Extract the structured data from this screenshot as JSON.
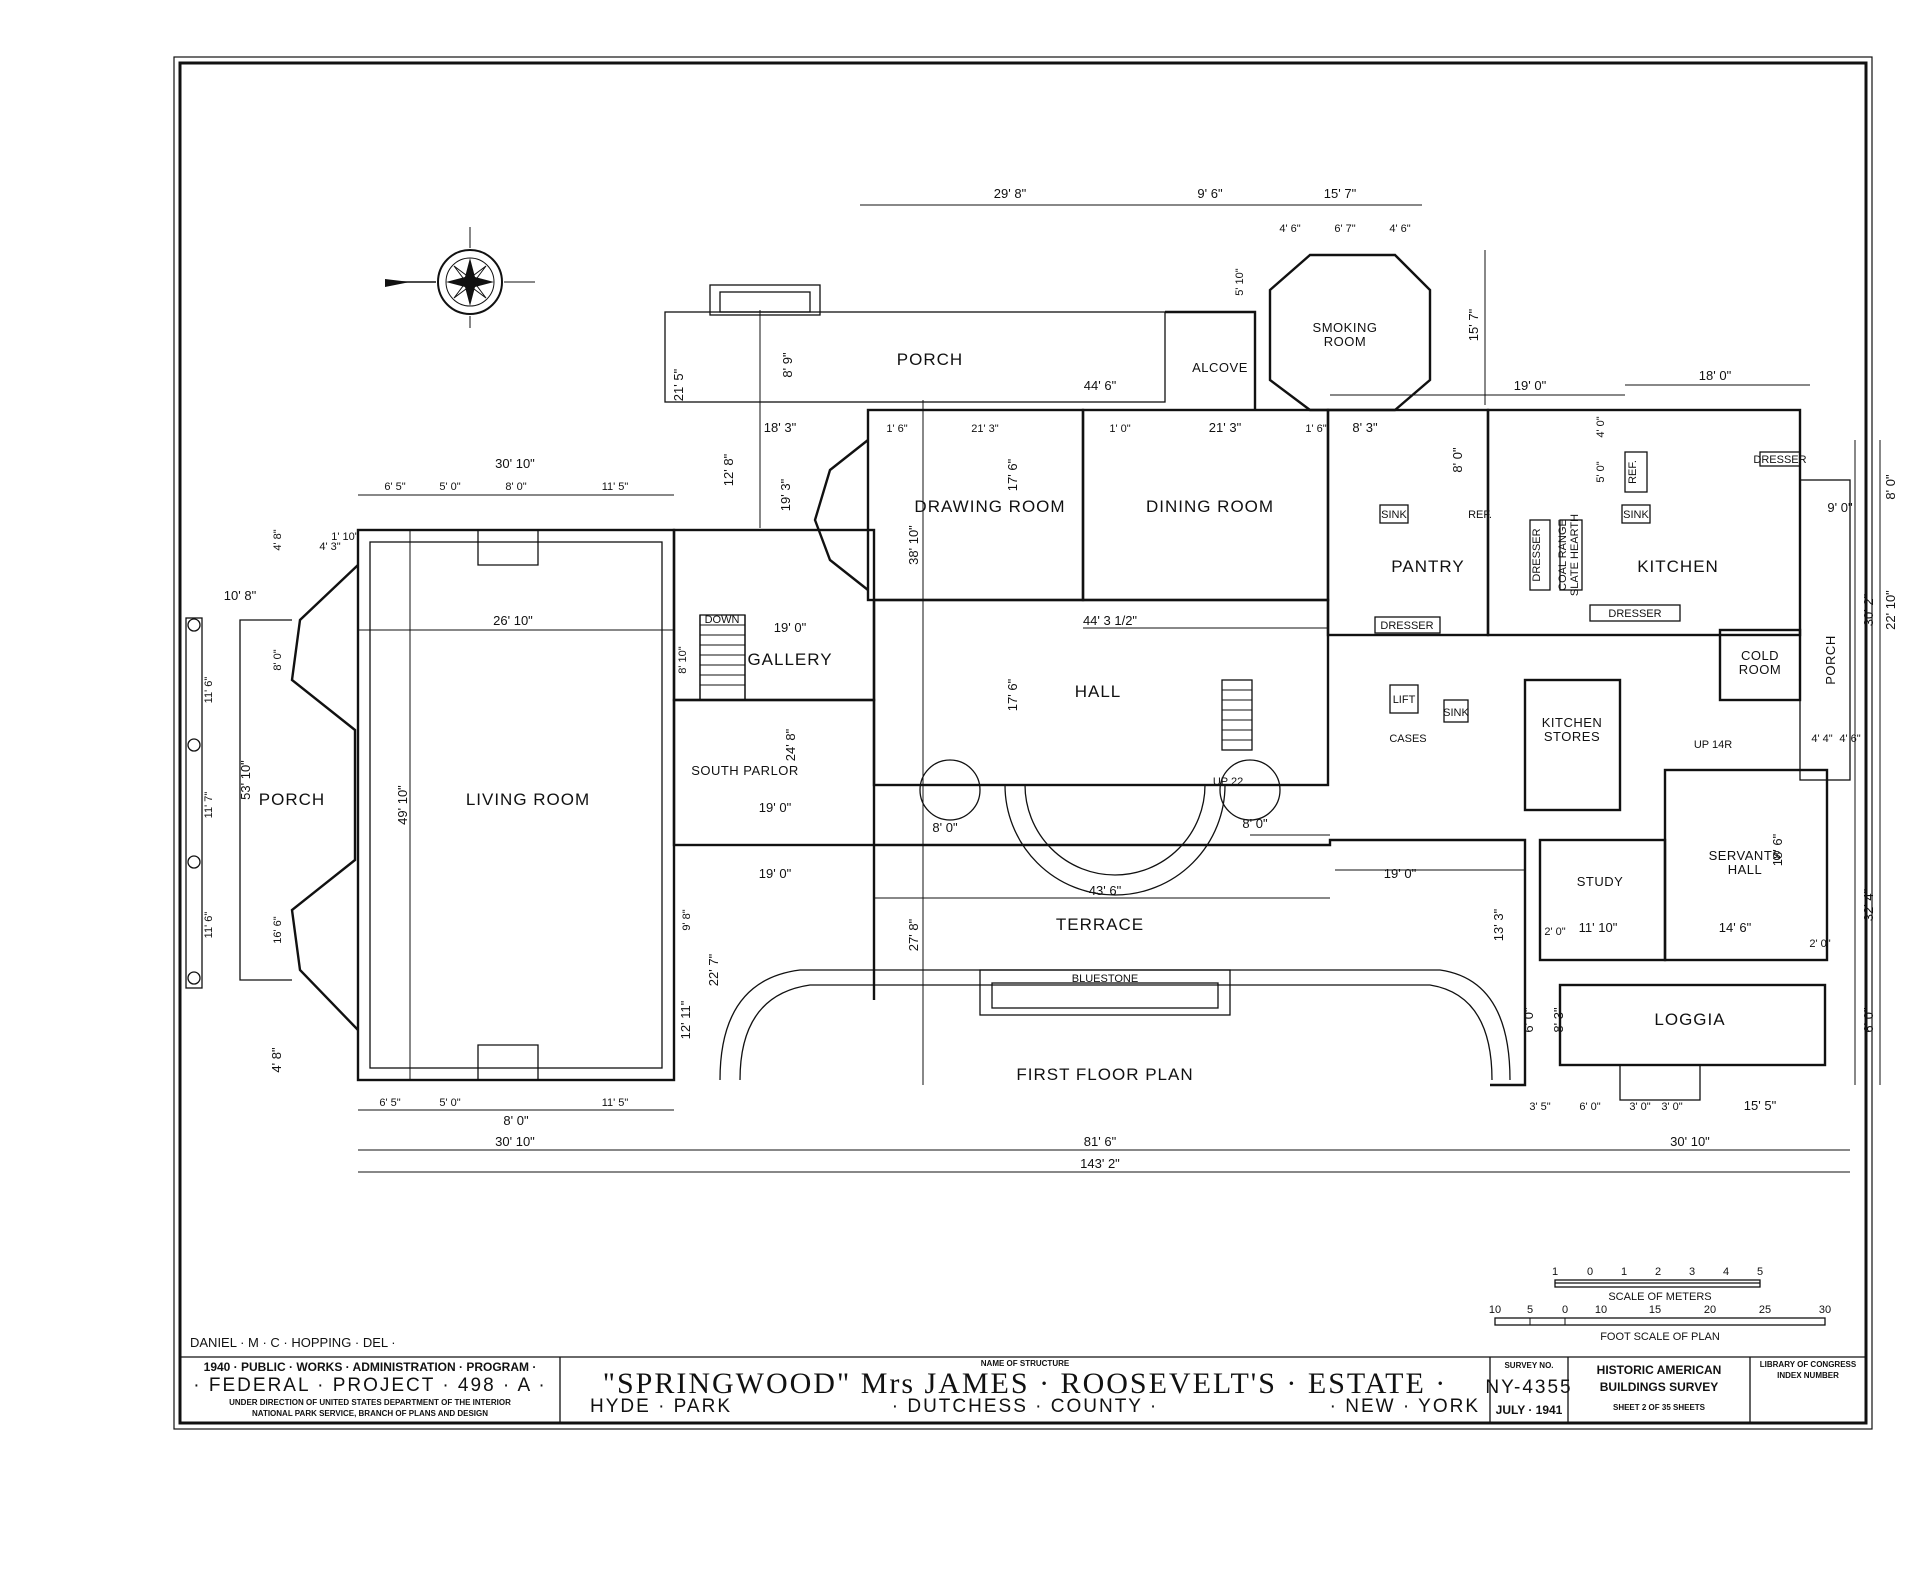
{
  "plan": {
    "title": "FIRST FLOOR PLAN",
    "rooms": {
      "porch_north": "PORCH",
      "alcove": "ALCOVE",
      "smoking_room_1": "SMOKING",
      "smoking_room_2": "ROOM",
      "drawing_room": "DRAWING ROOM",
      "dining_room": "DINING ROOM",
      "pantry": "PANTRY",
      "kitchen": "KITCHEN",
      "gallery": "GALLERY",
      "hall": "HALL",
      "living_room": "LIVING ROOM",
      "porch_west": "PORCH",
      "south_parlor": "SOUTH PARLOR",
      "kitchen_stores_1": "KITCHEN",
      "kitchen_stores_2": "STORES",
      "cold_room_1": "COLD",
      "cold_room_2": "ROOM",
      "porch_east": "PORCH",
      "servants_hall_1": "SERVANTS",
      "servants_hall_2": "HALL",
      "study": "STUDY",
      "terrace": "TERRACE",
      "bluestone": "BLUESTONE",
      "loggia": "LOGGIA"
    },
    "fixtures": {
      "sink_1": "SINK",
      "ref_1": "REF.",
      "sink_2": "SINK",
      "dresser_1": "DRESSER",
      "coal_range": "COAL RANGE",
      "slate_hearth": "SLATE HEARTH",
      "dresser_2": "DRESSER",
      "dresser_3": "DRESSER",
      "dresser_4": "DRESSER",
      "ref_2": "REF.",
      "lift": "LIFT",
      "sink_3": "SINK",
      "cases": "CASES",
      "downstairs": "DOWN",
      "up_1": "UP 22",
      "up_2": "UP 14R"
    },
    "dimensions": {
      "d1": "29' 8\"",
      "d2": "9' 6\"",
      "d3": "15' 7\"",
      "d4": "4' 6\"",
      "d5": "6' 7\"",
      "d6": "4' 6\"",
      "d7": "5' 10\"",
      "d8": "15' 7\"",
      "d9": "44' 6\"",
      "d10": "19' 0\"",
      "d11": "18' 0\"",
      "d12": "8' 9\"",
      "d13": "21' 5\"",
      "d14": "12' 8\"",
      "d15": "18' 3\"",
      "d16": "1' 6\"",
      "d17": "21' 3\"",
      "d18": "1' 0\"",
      "d19": "21' 3\"",
      "d20": "1' 6\"",
      "d21": "8' 3\"",
      "d22": "8' 0\"",
      "d23": "30' 10\"",
      "d24": "6' 5\"",
      "d25": "5' 0\"",
      "d26": "8' 0\"",
      "d27": "11' 5\"",
      "d28": "19' 3\"",
      "d29": "17' 6\"",
      "d30": "38' 10\"",
      "d31": "26' 10\"",
      "d32": "10' 8\"",
      "d33": "4' 3\"",
      "d34": "1' 10\"",
      "d35": "4' 8\"",
      "d36": "8' 0\"",
      "d37": "19' 0\"",
      "d38": "44' 3 1/2\"",
      "d39": "8' 10\"",
      "d40": "17' 6\"",
      "d41": "24' 8\"",
      "d42": "53' 10\"",
      "d43": "49' 10\"",
      "d44": "11' 6\"",
      "d45": "11' 7\"",
      "d46": "11' 6\"",
      "d47": "16' 6\"",
      "d48": "19' 0\"",
      "d49": "8' 0\"",
      "d50": "8' 0\"",
      "d51": "19' 0\"",
      "d52": "43' 6\"",
      "d53": "19' 0\"",
      "d54": "27' 8\"",
      "d55": "22' 7\"",
      "d56": "12' 11\"",
      "d57": "9' 8\"",
      "d58": "13' 3\"",
      "d59": "11' 10\"",
      "d60": "14' 6\"",
      "d61": "18' 6\"",
      "d62": "30' 2\"",
      "d63": "22' 10\"",
      "d64": "32' 4\"",
      "d65": "6' 0\"",
      "d66": "8' 3\"",
      "d67": "6' 0\"",
      "d68": "4' 8\"",
      "d69": "6' 5\"",
      "d70": "5' 0\"",
      "d71": "8' 0\"",
      "d72": "11' 5\"",
      "d73": "30' 10\"",
      "d74": "81' 6\"",
      "d75": "30' 10\"",
      "d76": "143' 2\"",
      "d77": "3' 5\"",
      "d78": "6' 0\"",
      "d79": "3' 0\"",
      "d80": "3' 0\"",
      "d81": "15' 5\"",
      "d82": "8' 0\"",
      "d83": "9' 0\"",
      "d84": "5' 0\"",
      "d85": "4' 0\"",
      "d86": "2' 0\"",
      "d87": "2' 0\"",
      "d88": "4' 4\"",
      "d89": "4' 6\""
    }
  },
  "scales": {
    "meters_ticks": [
      "1",
      "0",
      "1",
      "2",
      "3",
      "4",
      "5"
    ],
    "meters_label": "SCALE OF METERS",
    "feet_ticks": [
      "10",
      "5",
      "0",
      "10",
      "15",
      "20",
      "25",
      "30"
    ],
    "feet_label": "FOOT SCALE OF PLAN"
  },
  "title_block": {
    "delineator": "DANIEL · M · C · HOPPING · DEL ·",
    "program_1": "1940 · PUBLIC · WORKS · ADMINISTRATION · PROGRAM ·",
    "program_2": "· FEDERAL · PROJECT · 498 · A ·",
    "program_3": "UNDER DIRECTION OF UNITED STATES DEPARTMENT OF THE INTERIOR",
    "program_4": "NATIONAL PARK SERVICE, BRANCH OF PLANS AND DESIGN",
    "name_label": "NAME OF STRUCTURE",
    "structure_name": "\"SPRINGWOOD\" Mrs JAMES · ROOSEVELT'S · ESTATE ·",
    "town": "HYDE · PARK",
    "county": "· DUTCHESS · COUNTY ·",
    "state": "· NEW · YORK",
    "survey_label": "SURVEY NO.",
    "survey_no": "NY-4355",
    "date": "JULY · 1941",
    "habs_1": "HISTORIC AMERICAN",
    "habs_2": "BUILDINGS SURVEY",
    "sheet": "SHEET 2 OF 35 SHEETS",
    "loc_1": "LIBRARY OF CONGRESS",
    "loc_2": "INDEX NUMBER"
  },
  "colors": {
    "ink": "#111111",
    "paper": "#ffffff"
  },
  "icons": {
    "north_arrow": "compass-rose-icon"
  }
}
